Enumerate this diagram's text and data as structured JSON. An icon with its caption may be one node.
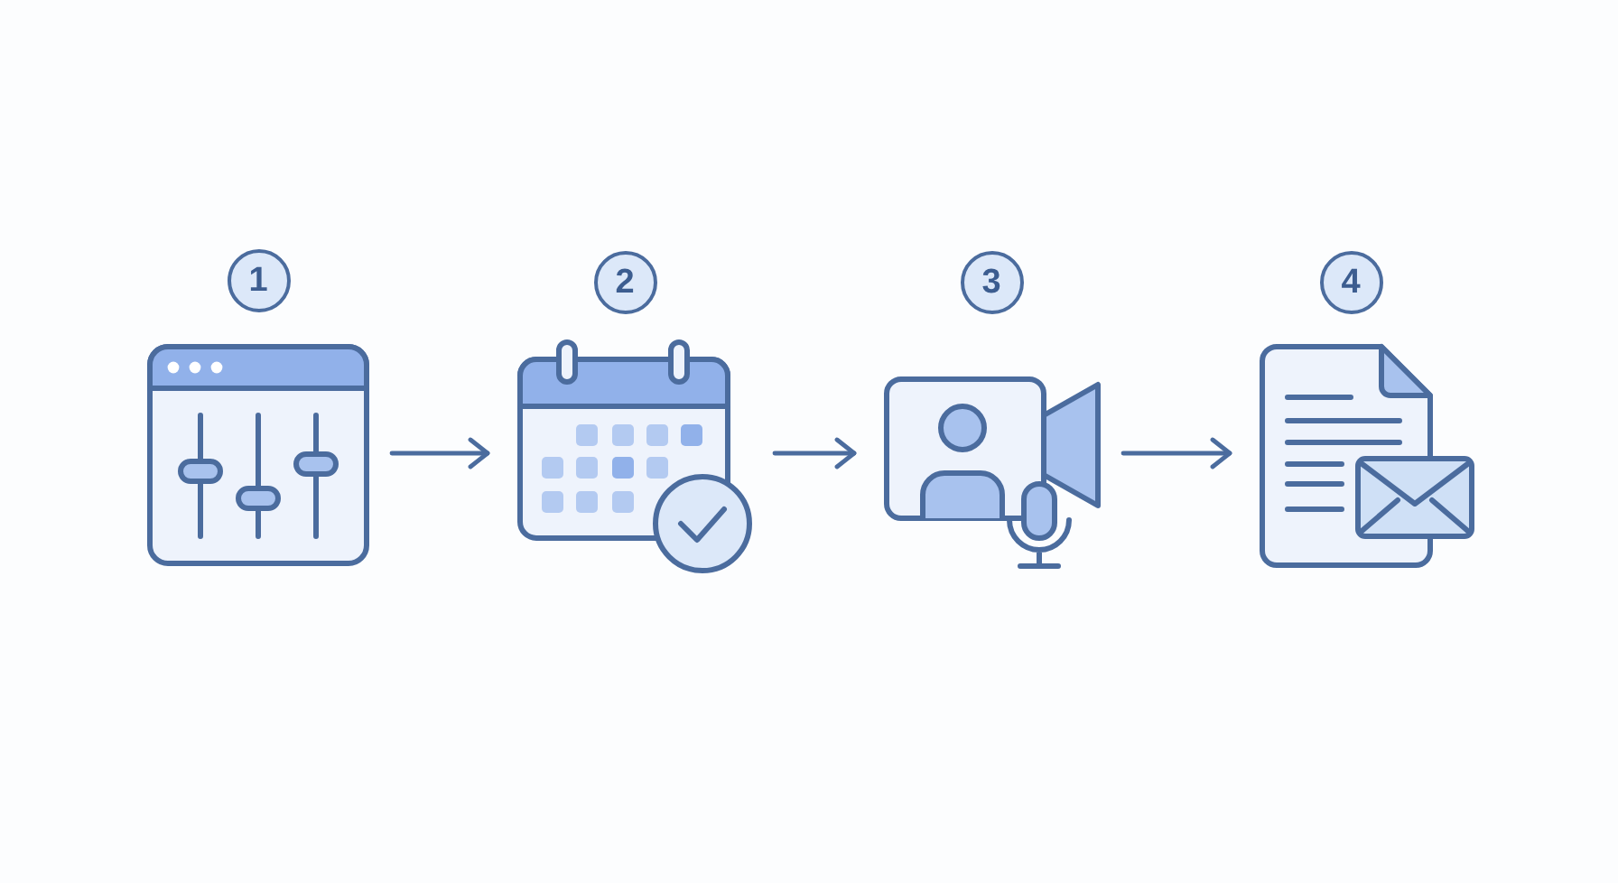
{
  "diagram": {
    "nodes": [
      {
        "text": [
          "1"
        ]
      },
      {
        "text": [
          "2"
        ]
      },
      {
        "text": [
          "3"
        ]
      },
      {
        "text": [
          "4"
        ]
      },
      {
        "text": [],
        "shape": "picture"
      },
      {
        "text": [],
        "shape": "picture"
      },
      {
        "text": [],
        "shape": "picture"
      },
      {
        "text": [],
        "shape": "picture"
      }
    ],
    "edges": [
      {
        "from": 4,
        "to": 5,
        "arrow": "to"
      },
      {
        "from": 5,
        "to": 6,
        "arrow": "to"
      },
      {
        "from": 6,
        "to": 7,
        "arrow": "to"
      }
    ]
  }
}
